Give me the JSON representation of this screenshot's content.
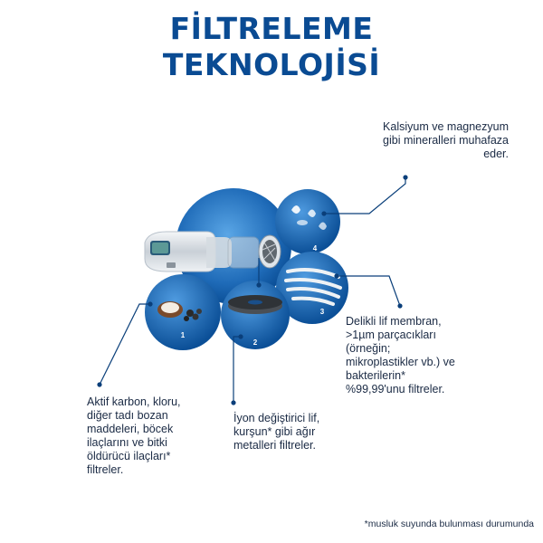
{
  "title": {
    "line1": "FİLTRELEME",
    "line2": "TEKNOLOJİSİ"
  },
  "captions": {
    "minerals": "Kalsiyum ve magnezyum gibi mineralleri muhafaza eder.",
    "hollow_fiber": "Delikli lif membran, >1µm parçacıkları (örneğin; mikroplastikler vb.) ve bakterilerin* %99,99'unu filtreler.",
    "carbon": "Aktif karbon, kloru, diğer tadı bozan maddeleri, böcek ilaçlarını ve bitki öldürücü ilaçları* filtreler.",
    "ion_exchange": "İyon değiştirici lif, kurşun* gibi ağır metalleri filtreler."
  },
  "stage_numbers": {
    "s1": "1",
    "s2": "2",
    "s3": "3",
    "s4": "4"
  },
  "footnote": "*musluk suyunda bulunması durumunda",
  "colors": {
    "title": "#0a4b93",
    "circle_dark": "#0b4f97",
    "circle_mid": "#2f7fc8",
    "line": "#0a3f7a"
  }
}
